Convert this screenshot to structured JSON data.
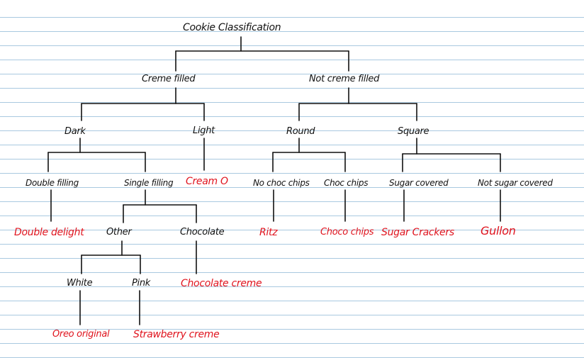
{
  "title": "Cookie Classification",
  "colors": {
    "category": "#111111",
    "leaf": "#e0141e",
    "rule_line": "#a9c9e0"
  },
  "categories": {
    "creme_filled": "Creme filled",
    "not_creme_filled": "Not creme filled",
    "dark": "Dark",
    "light": "Light",
    "round": "Round",
    "square": "Square",
    "double_filling": "Double filling",
    "single_filling": "Single filling",
    "no_choc_chips": "No choc chips",
    "choc_chips": "Choc chips",
    "sugar_covered": "Sugar covered",
    "not_sugar_covered": "Not sugar covered",
    "other": "Other",
    "chocolate": "Chocolate",
    "white": "White",
    "pink": "Pink"
  },
  "leaves": {
    "cream_o": "Cream O",
    "double_delight": "Double delight",
    "ritz": "Ritz",
    "choco_chips": "Choco chips",
    "sugar_crackers": "Sugar Crackers",
    "gullon": "Gullon",
    "chocolate_creme": "Chocolate creme",
    "oreo_original": "Oreo original",
    "strawberry_creme": "Strawberry creme"
  }
}
